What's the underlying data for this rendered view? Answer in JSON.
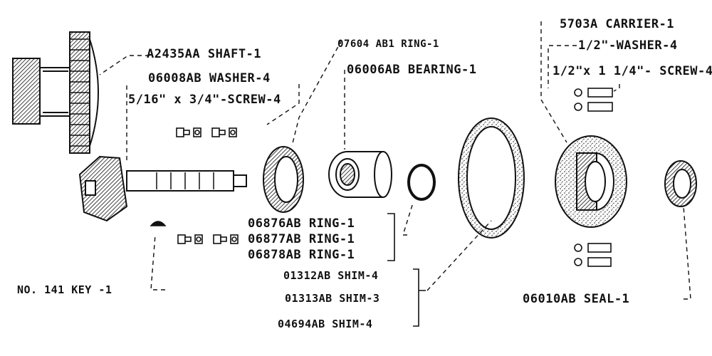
{
  "labels": {
    "shaft": "A2435AA SHAFT-1",
    "washer_06008": "06008AB WASHER-4",
    "screw_5_16": "5/16\" x 3/4\"-SCREW-4",
    "ring_07604": "07604 AB1 RING-1",
    "bearing_06006": "06006AB BEARING-1",
    "carrier": "5703A CARRIER-1",
    "washer_half": "1/2\"-WASHER-4",
    "screw_half": "1/2\"x 1 1/4\"- SCREW-4",
    "ring_06876": "06876AB RING-1",
    "ring_06877": "06877AB RING-1",
    "ring_06878": "06878AB RING-1",
    "key": "NO. 141 KEY -1",
    "shim_01312": "01312AB SHIM-4",
    "shim_01313": "01313AB SHIM-3",
    "shim_04694": "04694AB SHIM-4",
    "seal": "06010AB SEAL-1"
  }
}
